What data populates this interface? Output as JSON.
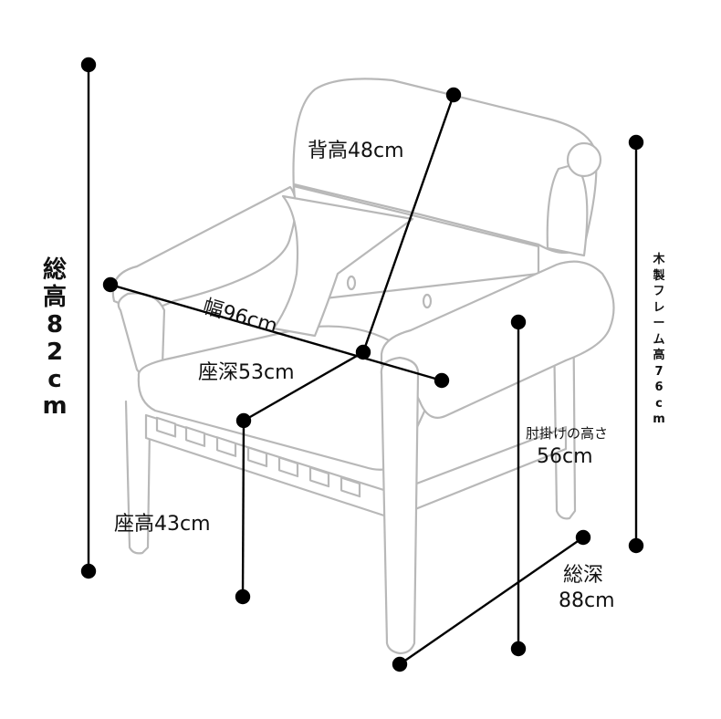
{
  "labels": {
    "total_height": "総高82cm",
    "back_height": "背高48cm",
    "width": "幅96cm",
    "seat_depth": "座深53cm",
    "seat_height": "座高43cm",
    "frame_height": "木製フレーム高76cm",
    "arm_height_caption": "肘掛けの高さ",
    "arm_height_value": "56cm",
    "total_depth_title": "総深",
    "total_depth_value": "88cm"
  },
  "colors": {
    "outline": "#b8b8b8",
    "fill": "#ffffff",
    "dimension_line": "#000000"
  }
}
